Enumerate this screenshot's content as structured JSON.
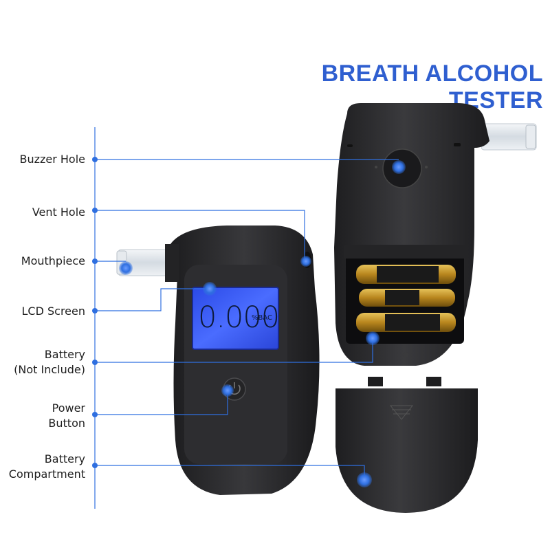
{
  "title": "BREATH ALCOHOL TESTER",
  "display": {
    "reading": "0.000",
    "unit": "%BAC"
  },
  "labels": {
    "buzzer_hole": "Buzzer Hole",
    "vent_hole": "Vent Hole",
    "mouthpiece": "Mouthpiece",
    "lcd_screen": "LCD Screen",
    "battery_line1": "Battery",
    "battery_line2": "(Not Include)",
    "power_line1": "Power",
    "power_line2": "Button",
    "compartment_line1": "Battery",
    "compartment_line2": "Compartment"
  },
  "colors": {
    "title": "#2f5fd0",
    "leader_line": "#2f6fe0",
    "marker_dot": "#2f6fe0",
    "device_body": "#2a2a2c",
    "lcd_backlight": "#3a5cf0"
  }
}
